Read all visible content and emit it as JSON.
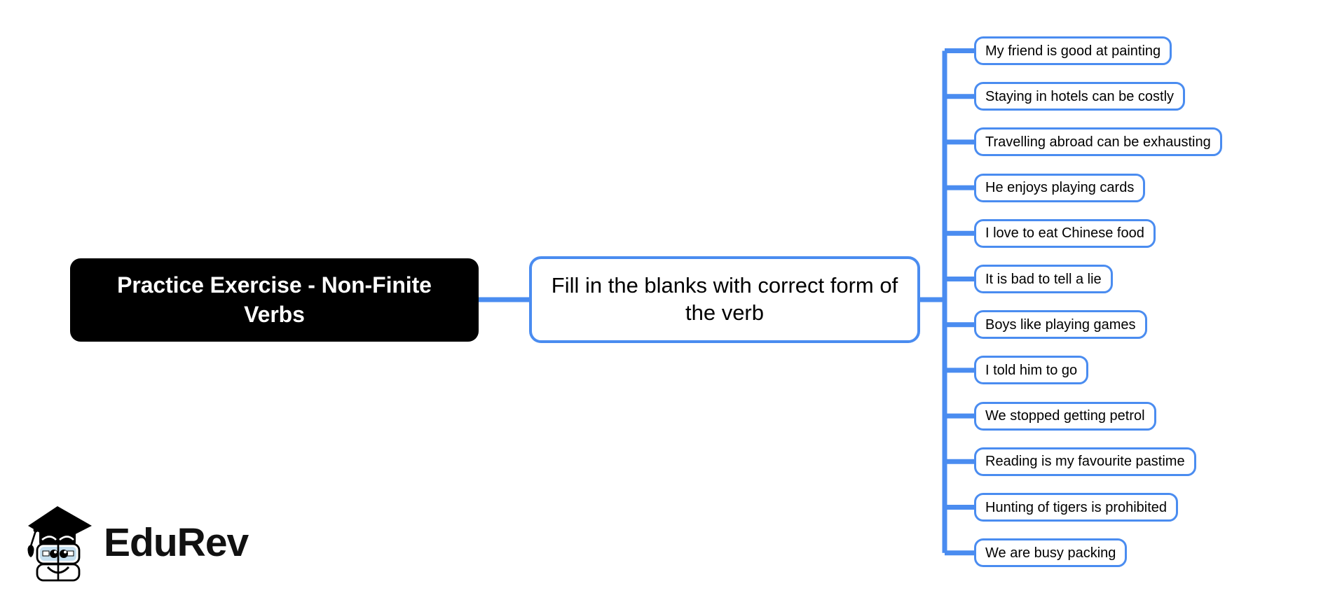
{
  "diagram": {
    "type": "mind-map",
    "background_color": "#ffffff",
    "connector_color": "#4a8cf0",
    "root": {
      "label": "Practice Exercise - Non-Finite Verbs",
      "background_color": "#000000",
      "text_color": "#ffffff"
    },
    "branch": {
      "label": "Fill in the blanks with correct form of the verb",
      "background_color": "#ffffff",
      "border_color": "#4a8cf0",
      "text_color": "#000000"
    },
    "leaves": [
      {
        "label": "My friend is good at painting"
      },
      {
        "label": "Staying in hotels can be costly"
      },
      {
        "label": "Travelling abroad can be exhausting"
      },
      {
        "label": "He enjoys playing cards"
      },
      {
        "label": "I love to eat Chinese food"
      },
      {
        "label": "It is bad to tell a lie"
      },
      {
        "label": "Boys like playing games"
      },
      {
        "label": "I told him to go"
      },
      {
        "label": "We stopped getting petrol"
      },
      {
        "label": "Reading is my favourite pastime"
      },
      {
        "label": "Hunting of tigers is prohibited"
      },
      {
        "label": "We are busy packing"
      }
    ]
  },
  "logo": {
    "wordmark": "EduRev",
    "mark_name": "graduation-cap-book-mascot",
    "glasses_color": "#c5dff0",
    "cap_color": "#000000"
  }
}
